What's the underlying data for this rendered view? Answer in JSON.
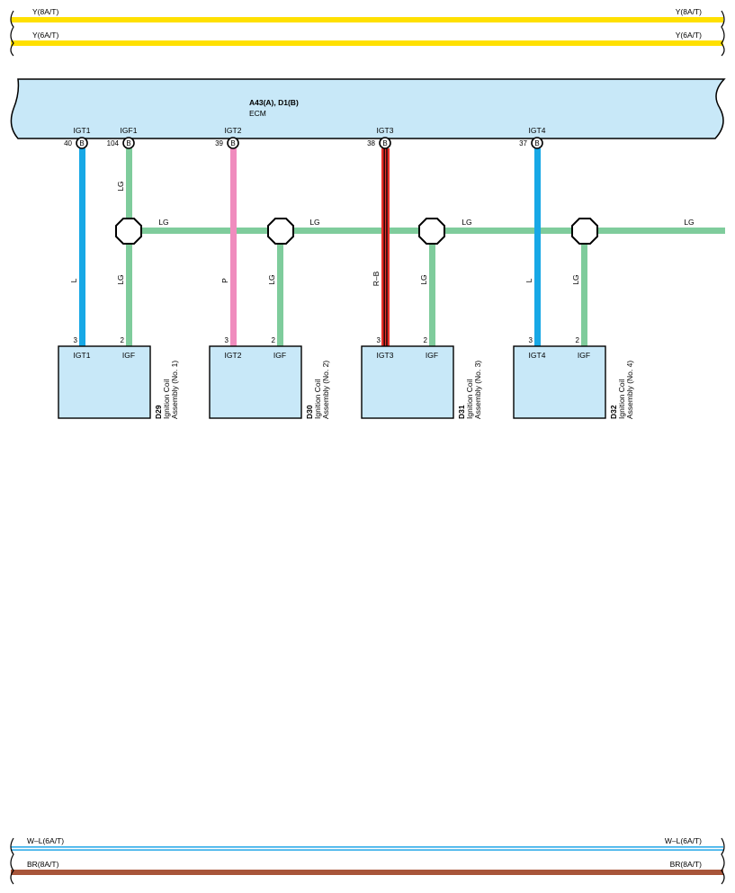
{
  "top_wires": [
    {
      "label": "Y(8A/T)",
      "color": "#ffe000"
    },
    {
      "label": "Y(6A/T)",
      "color": "#ffe000"
    }
  ],
  "bottom_wires": [
    {
      "label": "W–L(6A/T)",
      "color": "#ffffff",
      "stripe": "#3ab0ea"
    },
    {
      "label": "BR(8A/T)",
      "color": "#a8553a"
    }
  ],
  "ecm": {
    "connector": "A43(A), D1(B)",
    "name": "ECM",
    "fill": "#c8e8f8",
    "pins": [
      {
        "name": "IGT1",
        "num": "40",
        "conn": "B"
      },
      {
        "name": "IGF1",
        "num": "104",
        "conn": "B"
      },
      {
        "name": "IGT2",
        "num": "39",
        "conn": "B"
      },
      {
        "name": "IGT3",
        "num": "38",
        "conn": "B"
      },
      {
        "name": "IGT4",
        "num": "37",
        "conn": "B"
      }
    ]
  },
  "wires": {
    "igt1": {
      "label": "L",
      "color": "#17a8e6"
    },
    "igf1_top": {
      "label": "LG",
      "color": "#7fcc9c"
    },
    "igf_bus": {
      "label": "LG",
      "color": "#7fcc9c"
    },
    "igt2": {
      "label": "P",
      "color": "#f08cbe"
    },
    "igt3": {
      "label": "R–B",
      "color": "#e8302a",
      "stripe": "#000000"
    },
    "igt4": {
      "label": "L",
      "color": "#17a8e6"
    },
    "igf_drop": {
      "label": "LG",
      "color": "#7fcc9c"
    }
  },
  "coils": [
    {
      "id": "D29",
      "name": "Ignition Coil",
      "name2": "Assembly (No. 1)",
      "pin_igt": "IGT1",
      "pin_igf": "IGF",
      "num_igt": "3",
      "num_igf": "2"
    },
    {
      "id": "D30",
      "name": "Ignition Coil",
      "name2": "Assembly (No. 2)",
      "pin_igt": "IGT2",
      "pin_igf": "IGF",
      "num_igt": "3",
      "num_igf": "2"
    },
    {
      "id": "D31",
      "name": "Ignition Coil",
      "name2": "Assembly (No. 3)",
      "pin_igt": "IGT3",
      "pin_igf": "IGF",
      "num_igt": "3",
      "num_igf": "2"
    },
    {
      "id": "D32",
      "name": "Ignition Coil",
      "name2": "Assembly (No. 4)",
      "pin_igt": "IGT4",
      "pin_igf": "IGF",
      "num_igt": "3",
      "num_igf": "2"
    }
  ]
}
